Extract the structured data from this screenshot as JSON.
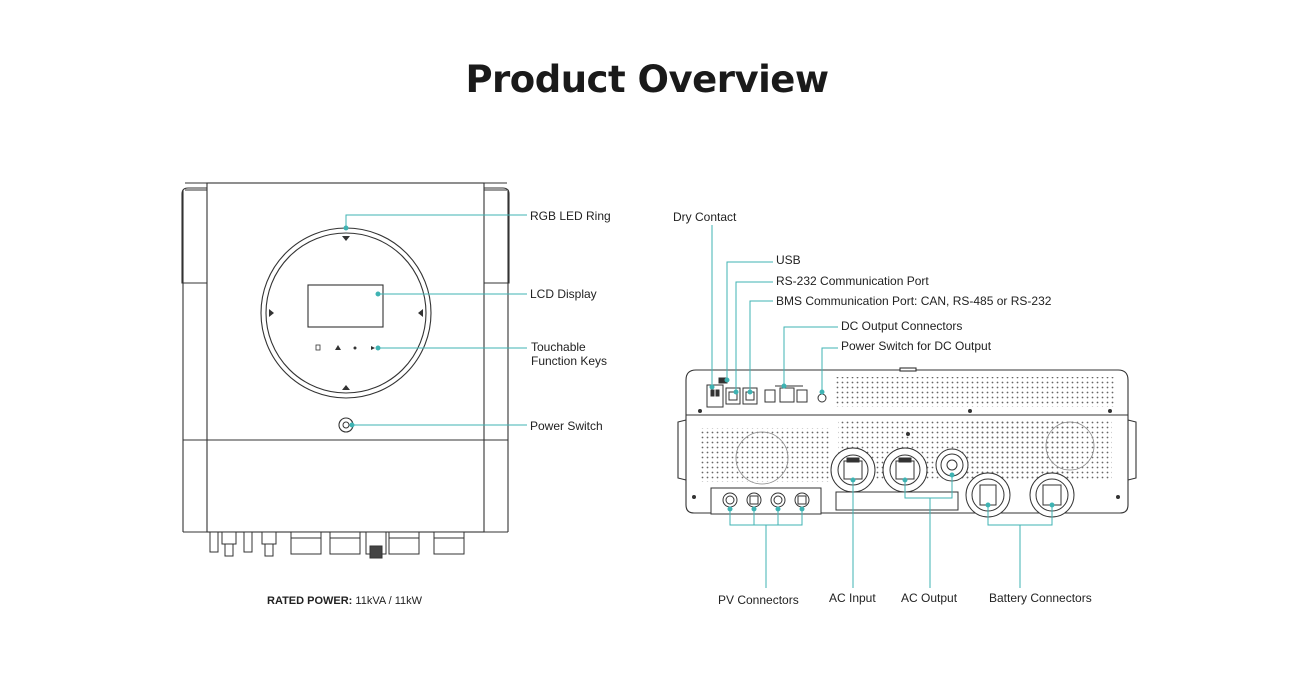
{
  "title": "Product Overview",
  "front_view": {
    "labels": {
      "rgb_led_ring": "RGB LED Ring",
      "lcd_display": "LCD Display",
      "touchable_keys_line1": "Touchable",
      "touchable_keys_line2": "Function Keys",
      "power_switch": "Power Switch"
    },
    "rated_power_label": "RATED POWER:",
    "rated_power_value": " 11kVA / 11kW"
  },
  "bottom_view": {
    "labels": {
      "dry_contact": "Dry Contact",
      "usb": "USB",
      "rs232": "RS-232 Communication Port",
      "bms": "BMS Communication Port: CAN, RS-485 or RS-232",
      "dc_output_connectors": "DC Output Connectors",
      "power_switch_dc": "Power Switch for DC Output",
      "pv_connectors": "PV Connectors",
      "ac_input": "AC Input",
      "ac_output": "AC Output",
      "battery_connectors": "Battery Connectors"
    }
  },
  "colors": {
    "accent": "#3fb3b3",
    "outline": "#333333",
    "text": "#222222"
  }
}
